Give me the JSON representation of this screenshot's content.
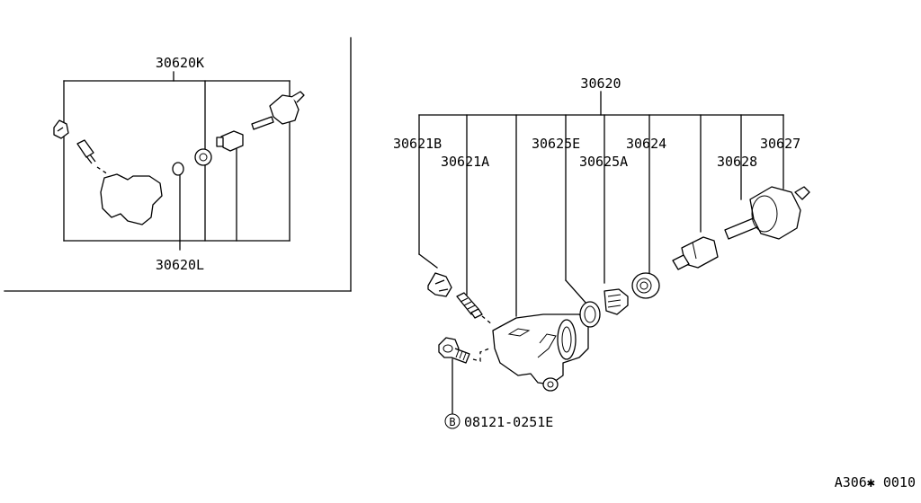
{
  "labels": {
    "kit_main": "30620K",
    "kit_sub": "30620L",
    "assembly": "30620",
    "p_30621B": "30621B",
    "p_30621A": "30621A",
    "p_30625E": "30625E",
    "p_30625A": "30625A",
    "p_30624": "30624",
    "p_30628": "30628",
    "p_30627": "30627",
    "bolt_mark": "B",
    "bolt_number": "08121-0251E",
    "diagram_code": "A306✱ 0010"
  }
}
